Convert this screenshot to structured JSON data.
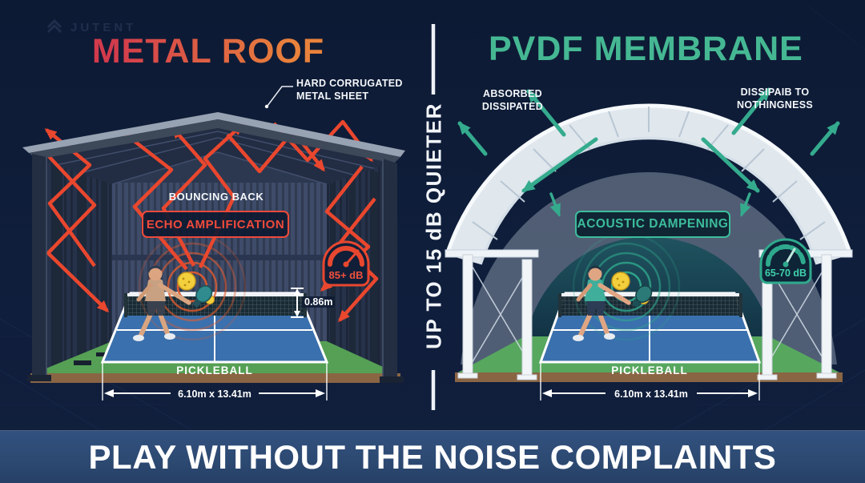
{
  "brand": {
    "name": "JUTENT",
    "icon": "chevron-diamond-icon"
  },
  "divider": {
    "label": "UP TO 15 dB QUIETER"
  },
  "footer": {
    "headline": "PLAY WITHOUT THE NOISE COMPLAINTS"
  },
  "left_panel": {
    "title": "METAL ROOF",
    "roof_callout_line1": "HARD CORRUGATED",
    "roof_callout_line2": "METAL SHEET",
    "bounce_label": "BOUNCING BACK",
    "effect_badge": "ECHO AMPLIFICATION",
    "gauge_label": "85+ dB",
    "gauge_icon": "speedometer-icon",
    "net_height_label": "0.86m",
    "court_label": "PICKLEBALL",
    "court_dimensions": "6.10m x 13.41m"
  },
  "right_panel": {
    "title": "PVDF MEMBRANE",
    "callout_left_line1": "ABSORBED",
    "callout_left_line2": "DISSIPATED",
    "callout_right_line1": "DISSIPAIB TO",
    "callout_right_line2": "NOTHINGNESS",
    "effect_badge": "ACOUSTIC DAMPENING",
    "gauge_label": "65-70 dB",
    "gauge_icon": "speedometer-icon",
    "court_label": "PICKLEBALL",
    "court_dimensions": "6.10m x 13.41m"
  },
  "colors": {
    "background": "#0e1b36",
    "banner": "#2d4a74",
    "metal_title_gradient_start": "#d23b4c",
    "metal_title_gradient_end": "#e8823c",
    "accent_red": "#e8472f",
    "accent_teal": "#3cbd9c",
    "court_blue": "#3a70ad",
    "floor_green": "#55a054",
    "membrane_white": "#ecf2f7"
  }
}
